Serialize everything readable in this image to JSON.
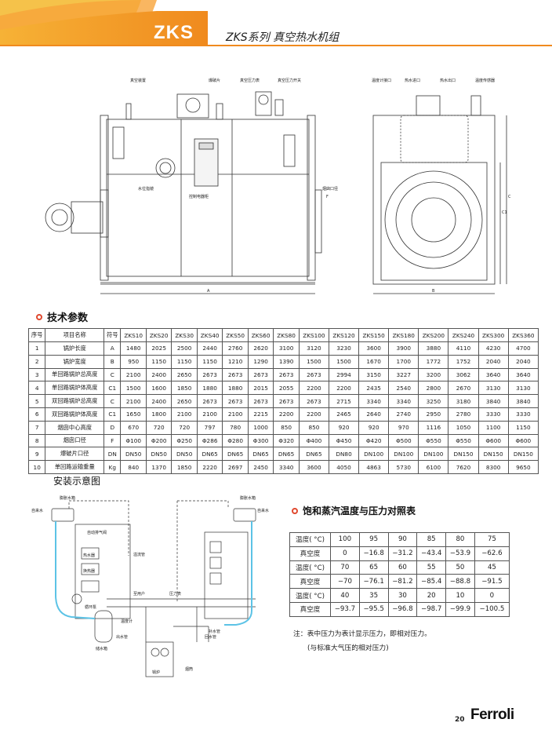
{
  "header": {
    "brand": "ZKS",
    "title": "ZKS系列 真空热水机组"
  },
  "drawing": {
    "labels": [
      "真空装置",
      "爆破片",
      "真空压力表",
      "真空压力开关",
      "温度计接口",
      "热水进口",
      "热水出口",
      "温度传感器",
      "水位指镜",
      "控制电器柜",
      "烟囱口径"
    ],
    "dims": [
      "A",
      "B",
      "C",
      "C1",
      "F"
    ]
  },
  "tech": {
    "heading": "技术参数",
    "header": [
      "序号",
      "项目名称",
      "符号",
      "ZKS10",
      "ZKS20",
      "ZKS30",
      "ZKS40",
      "ZKS50",
      "ZKS60",
      "ZKS80",
      "ZKS100",
      "ZKS120",
      "ZKS150",
      "ZKS180",
      "ZKS200",
      "ZKS240",
      "ZKS300",
      "ZKS360"
    ],
    "rows": [
      [
        "1",
        "锅炉长度",
        "A",
        "1480",
        "2025",
        "2500",
        "2440",
        "2760",
        "2620",
        "3100",
        "3120",
        "3230",
        "3600",
        "3900",
        "3880",
        "4110",
        "4230",
        "4700"
      ],
      [
        "2",
        "锅炉宽度",
        "B",
        "950",
        "1150",
        "1150",
        "1150",
        "1210",
        "1290",
        "1390",
        "1500",
        "1500",
        "1670",
        "1700",
        "1772",
        "1752",
        "2040",
        "2040"
      ],
      [
        "3",
        "单回路锅炉总高度",
        "C",
        "2100",
        "2400",
        "2650",
        "2673",
        "2673",
        "2673",
        "2673",
        "2673",
        "2994",
        "3150",
        "3227",
        "3200",
        "3062",
        "3640",
        "3640"
      ],
      [
        "4",
        "单回路锅炉体高度",
        "C1",
        "1500",
        "1600",
        "1850",
        "1880",
        "1880",
        "2015",
        "2055",
        "2200",
        "2200",
        "2435",
        "2540",
        "2800",
        "2670",
        "3130",
        "3130"
      ],
      [
        "5",
        "双回路锅炉总高度",
        "C",
        "2100",
        "2400",
        "2650",
        "2673",
        "2673",
        "2673",
        "2673",
        "2673",
        "2715",
        "3340",
        "3340",
        "3250",
        "3180",
        "3840",
        "3840"
      ],
      [
        "6",
        "双回路锅炉体高度",
        "C1",
        "1650",
        "1800",
        "2100",
        "2100",
        "2100",
        "2215",
        "2200",
        "2200",
        "2465",
        "2640",
        "2740",
        "2950",
        "2780",
        "3330",
        "3330"
      ],
      [
        "7",
        "烟囱中心高度",
        "D",
        "670",
        "720",
        "720",
        "797",
        "780",
        "1000",
        "850",
        "850",
        "920",
        "920",
        "970",
        "1116",
        "1050",
        "1100",
        "1150"
      ],
      [
        "8",
        "烟囱口径",
        "F",
        "Φ100",
        "Φ200",
        "Φ250",
        "Φ286",
        "Φ280",
        "Φ300",
        "Φ320",
        "Φ400",
        "Φ450",
        "Φ420",
        "Φ500",
        "Φ550",
        "Φ550",
        "Φ600",
        "Φ600"
      ],
      [
        "9",
        "爆破片口径",
        "DN",
        "DN50",
        "DN50",
        "DN50",
        "DN65",
        "DN65",
        "DN65",
        "DN65",
        "DN65",
        "DN80",
        "DN100",
        "DN100",
        "DN100",
        "DN150",
        "DN150",
        "DN150"
      ],
      [
        "10",
        "单回路运输重量",
        "Kg",
        "840",
        "1370",
        "1850",
        "2220",
        "2697",
        "2450",
        "3340",
        "3600",
        "4050",
        "4863",
        "5730",
        "6100",
        "7620",
        "8300",
        "9650"
      ]
    ]
  },
  "install": {
    "heading": "安装示意图",
    "labels": [
      "膨胀水箱",
      "自来水",
      "溢流管",
      "至用户",
      "自动排气阀",
      "压力表",
      "温度计",
      "储水箱",
      "循环泵",
      "热水器",
      "换热器",
      "烟筒",
      "出水管",
      "回水管",
      "补水管",
      "锅炉"
    ]
  },
  "steam": {
    "heading": "饱和蒸汽温度与压力对照表",
    "rows": [
      [
        "温度( °C)",
        "100",
        "95",
        "90",
        "85",
        "80",
        "75"
      ],
      [
        "真空度",
        "0",
        "−16.8",
        "−31.2",
        "−43.4",
        "−53.9",
        "−62.6"
      ],
      [
        "温度( °C)",
        "70",
        "65",
        "60",
        "55",
        "50",
        "45"
      ],
      [
        "真空度",
        "−70",
        "−76.1",
        "−81.2",
        "−85.4",
        "−88.8",
        "−91.5"
      ],
      [
        "温度( °C)",
        "40",
        "35",
        "30",
        "20",
        "10",
        "0"
      ],
      [
        "真空度",
        "−93.7",
        "−95.5",
        "−96.8",
        "−98.7",
        "−99.9",
        "−100.5"
      ]
    ],
    "note1": "注：表中压力为表计显示压力，即相对压力。",
    "note2": "(与标准大气压的相对压力)"
  },
  "footer": {
    "page": "20",
    "logo": "Ferroli"
  },
  "colors": {
    "accent_orange": "#f08a1e",
    "accent_red": "#e0492f",
    "water_blue": "#5cc3e6"
  }
}
